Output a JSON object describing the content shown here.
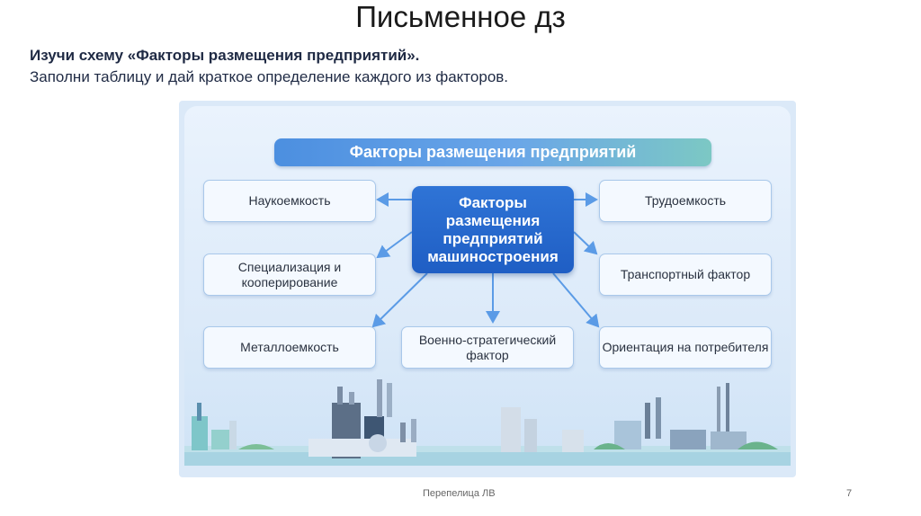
{
  "slide": {
    "title": "Письменное дз",
    "instruction_bold": "Изучи схему «Факторы размещения предприятий».",
    "instruction": "Заполни таблицу и дай краткое определение каждого из факторов."
  },
  "diagram": {
    "banner": "Факторы размещения предприятий",
    "center": "Факторы размещения предприятий машиностроения",
    "factors": [
      "Наукоемкость",
      "Трудоемкость",
      "Специализация и кооперирование",
      "Транспортный фактор",
      "Металлоемкость",
      "Военно-стратегический фактор",
      "Ориентация на потребителя"
    ],
    "colors": {
      "accent": "#2f74d6",
      "panel": "#e3eefa",
      "arrow": "#5b9be6"
    }
  },
  "footer": {
    "author": "Перепелица ЛВ",
    "page": "7"
  }
}
